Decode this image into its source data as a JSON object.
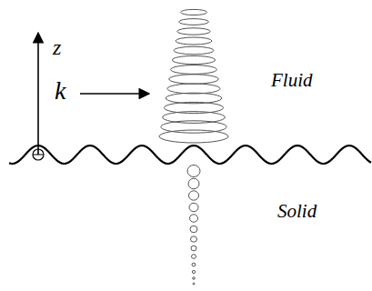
{
  "diagram": {
    "labels": [
      "z",
      "k",
      "Fluid",
      "Solid"
    ]
  }
}
